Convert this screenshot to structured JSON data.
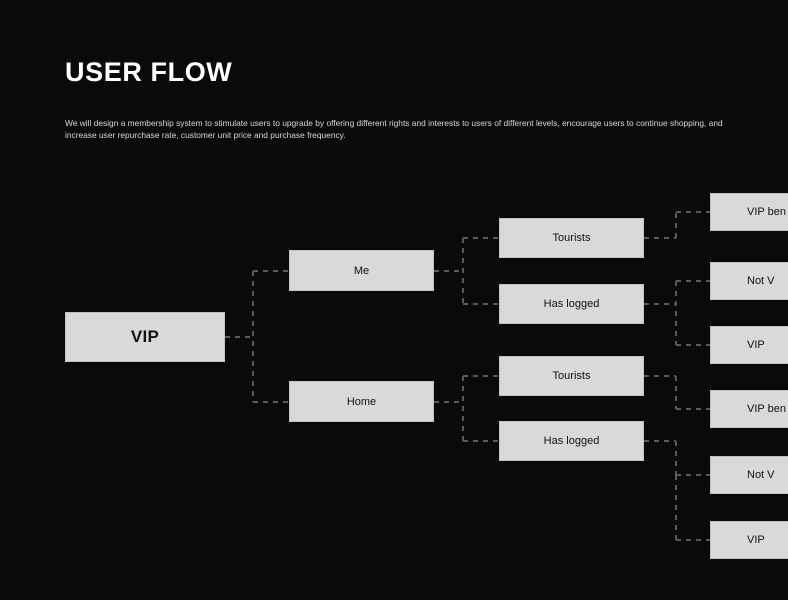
{
  "header": {
    "title": "USER FLOW",
    "description": "We will design a membership system to stimulate users to upgrade by offering different rights and interests to users of different levels, encourage users to continue shopping, and increase user repurchase rate, customer unit price and purchase frequency."
  },
  "colors": {
    "background": "#0a0a0a",
    "node_fill": "#d9d9d9",
    "node_text": "#111111",
    "connector": "#5a5a5a",
    "title_text": "#ffffff",
    "description_text": "#d8d8d8"
  },
  "flow": {
    "root": {
      "label": "VIP"
    },
    "level2": [
      {
        "label": "Me"
      },
      {
        "label": "Home"
      }
    ],
    "level3": [
      {
        "label": "Tourists"
      },
      {
        "label": "Has logged"
      },
      {
        "label": "Tourists"
      },
      {
        "label": "Has logged"
      }
    ],
    "level4": [
      {
        "label": "VIP ben"
      },
      {
        "label": "Not V"
      },
      {
        "label": "VIP"
      },
      {
        "label": "VIP ben"
      },
      {
        "label": "Not V"
      },
      {
        "label": "VIP"
      }
    ]
  }
}
